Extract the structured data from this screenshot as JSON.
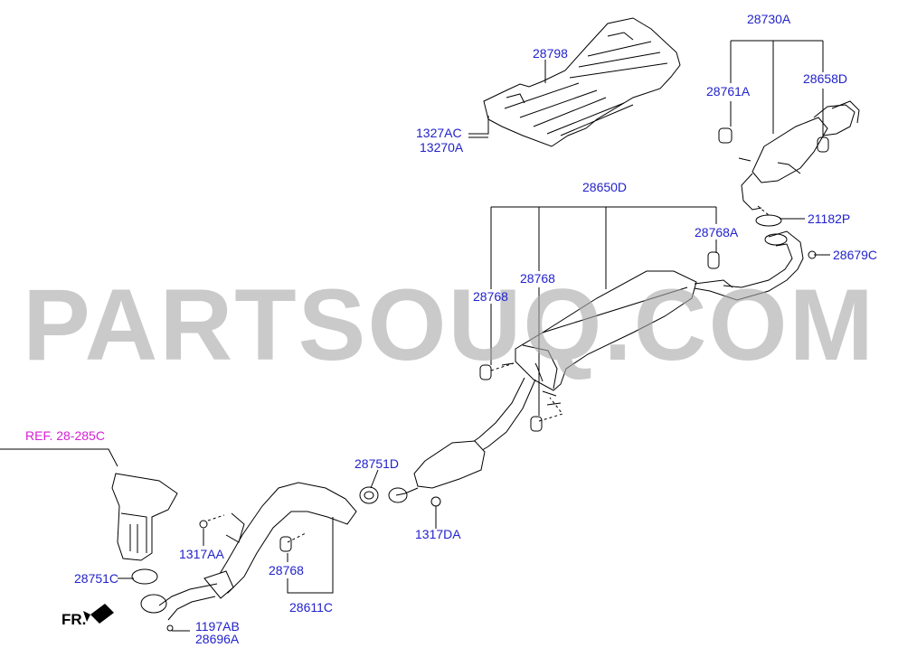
{
  "diagram": {
    "watermark": "PARTSOUQ.COM",
    "reference_label": "REF. 28-285C",
    "front_label": "FR.",
    "colors": {
      "label": "#2222cc",
      "reference": "#d61fd6",
      "watermark": "#aaaaaa",
      "line": "#000000"
    },
    "labels": {
      "p28730A": "28730A",
      "p28761A": "28761A",
      "p28658D": "28658D",
      "p28798": "28798",
      "p1327AC": "1327AC",
      "p13270A": "13270A",
      "p28650D": "28650D",
      "p28768a": "28768A",
      "p21182P": "21182P",
      "p28679C": "28679C",
      "p28768_left": "28768",
      "p28768_mid": "28768",
      "p28751D": "28751D",
      "p1317DA": "1317DA",
      "p1317AA": "1317AA",
      "p28768_low": "28768",
      "p28751C": "28751C",
      "p28611C": "28611C",
      "p1197AB": "1197AB",
      "p28696A": "28696A"
    },
    "icons": [
      "front-direction-arrow-icon"
    ]
  }
}
